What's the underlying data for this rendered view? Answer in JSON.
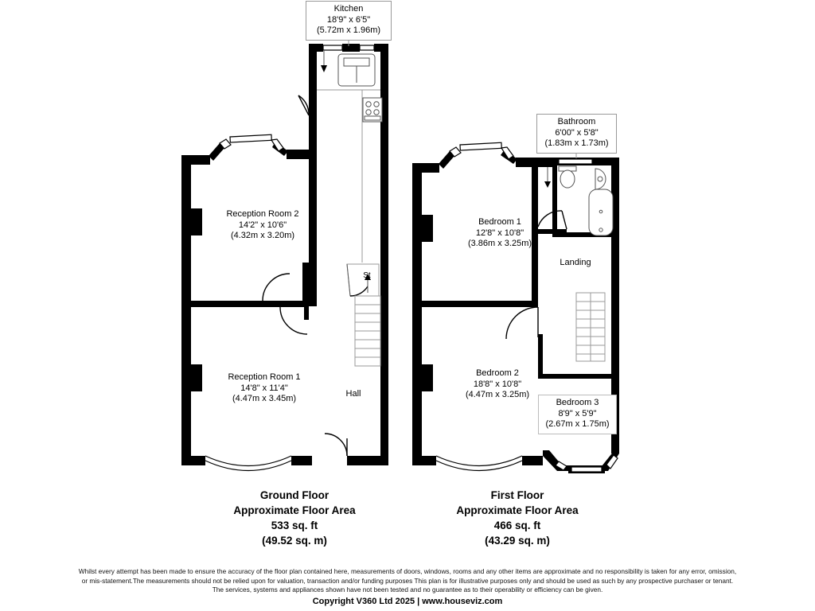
{
  "document": {
    "type": "floor-plan",
    "copyright": "Copyright V360 Ltd 2025 | www.houseviz.com"
  },
  "callouts": {
    "kitchen": {
      "name": "Kitchen",
      "imperial": "18'9\" x 6'5\"",
      "metric": "(5.72m x 1.96m)"
    },
    "bathroom": {
      "name": "Bathroom",
      "imperial": "6'00\" x 5'8\"",
      "metric": "(1.83m x 1.73m)"
    },
    "bedroom3": {
      "name": "Bedroom 3",
      "imperial": "8'9\" x 5'9\"",
      "metric": "(2.67m x 1.75m)"
    }
  },
  "ground_floor": {
    "title_line1": "Ground Floor",
    "title_line2": "Approximate Floor Area",
    "area_imperial": "533 sq. ft",
    "area_metric": "(49.52 sq. m)",
    "rooms": [
      {
        "name": "Reception Room 2",
        "imperial": "14'2\" x 10'6\"",
        "metric": "(4.32m x 3.20m)"
      },
      {
        "name": "Reception Room 1",
        "imperial": "14'8\" x 11'4\"",
        "metric": "(4.47m x 3.45m)"
      }
    ],
    "hall_label": "Hall",
    "store_label": "St"
  },
  "first_floor": {
    "title_line1": "First Floor",
    "title_line2": "Approximate Floor Area",
    "area_imperial": "466 sq. ft",
    "area_metric": "(43.29 sq. m)",
    "rooms": [
      {
        "name": "Bedroom 1",
        "imperial": "12'8\" x 10'8\"",
        "metric": "(3.86m x 3.25m)"
      },
      {
        "name": "Bedroom 2",
        "imperial": "18'8\" x 10'8\"",
        "metric": "(4.47m x 3.25m)"
      }
    ],
    "landing_label": "Landing"
  },
  "disclaimer": {
    "line1": "Whilst every attempt has been made to ensure the accuracy of the floor plan contained here, measurements of doors, windows, rooms and any other items are approximate and no responsibility is taken for any error, omission,",
    "line2": "or mis-statement.The measurements should not be relied upon for valuation, transaction and/or funding purposes This plan is for illustrative purposes only and should be used as such by any prospective purchaser or tenant.",
    "line3": "The services, systems and appliances shown have not been tested and no guarantee as to their operability or efficiency can be given."
  },
  "colors": {
    "wall": "#000000",
    "background": "#ffffff",
    "thin_line": "#9a9a9a",
    "fixture_stroke": "#555555"
  }
}
